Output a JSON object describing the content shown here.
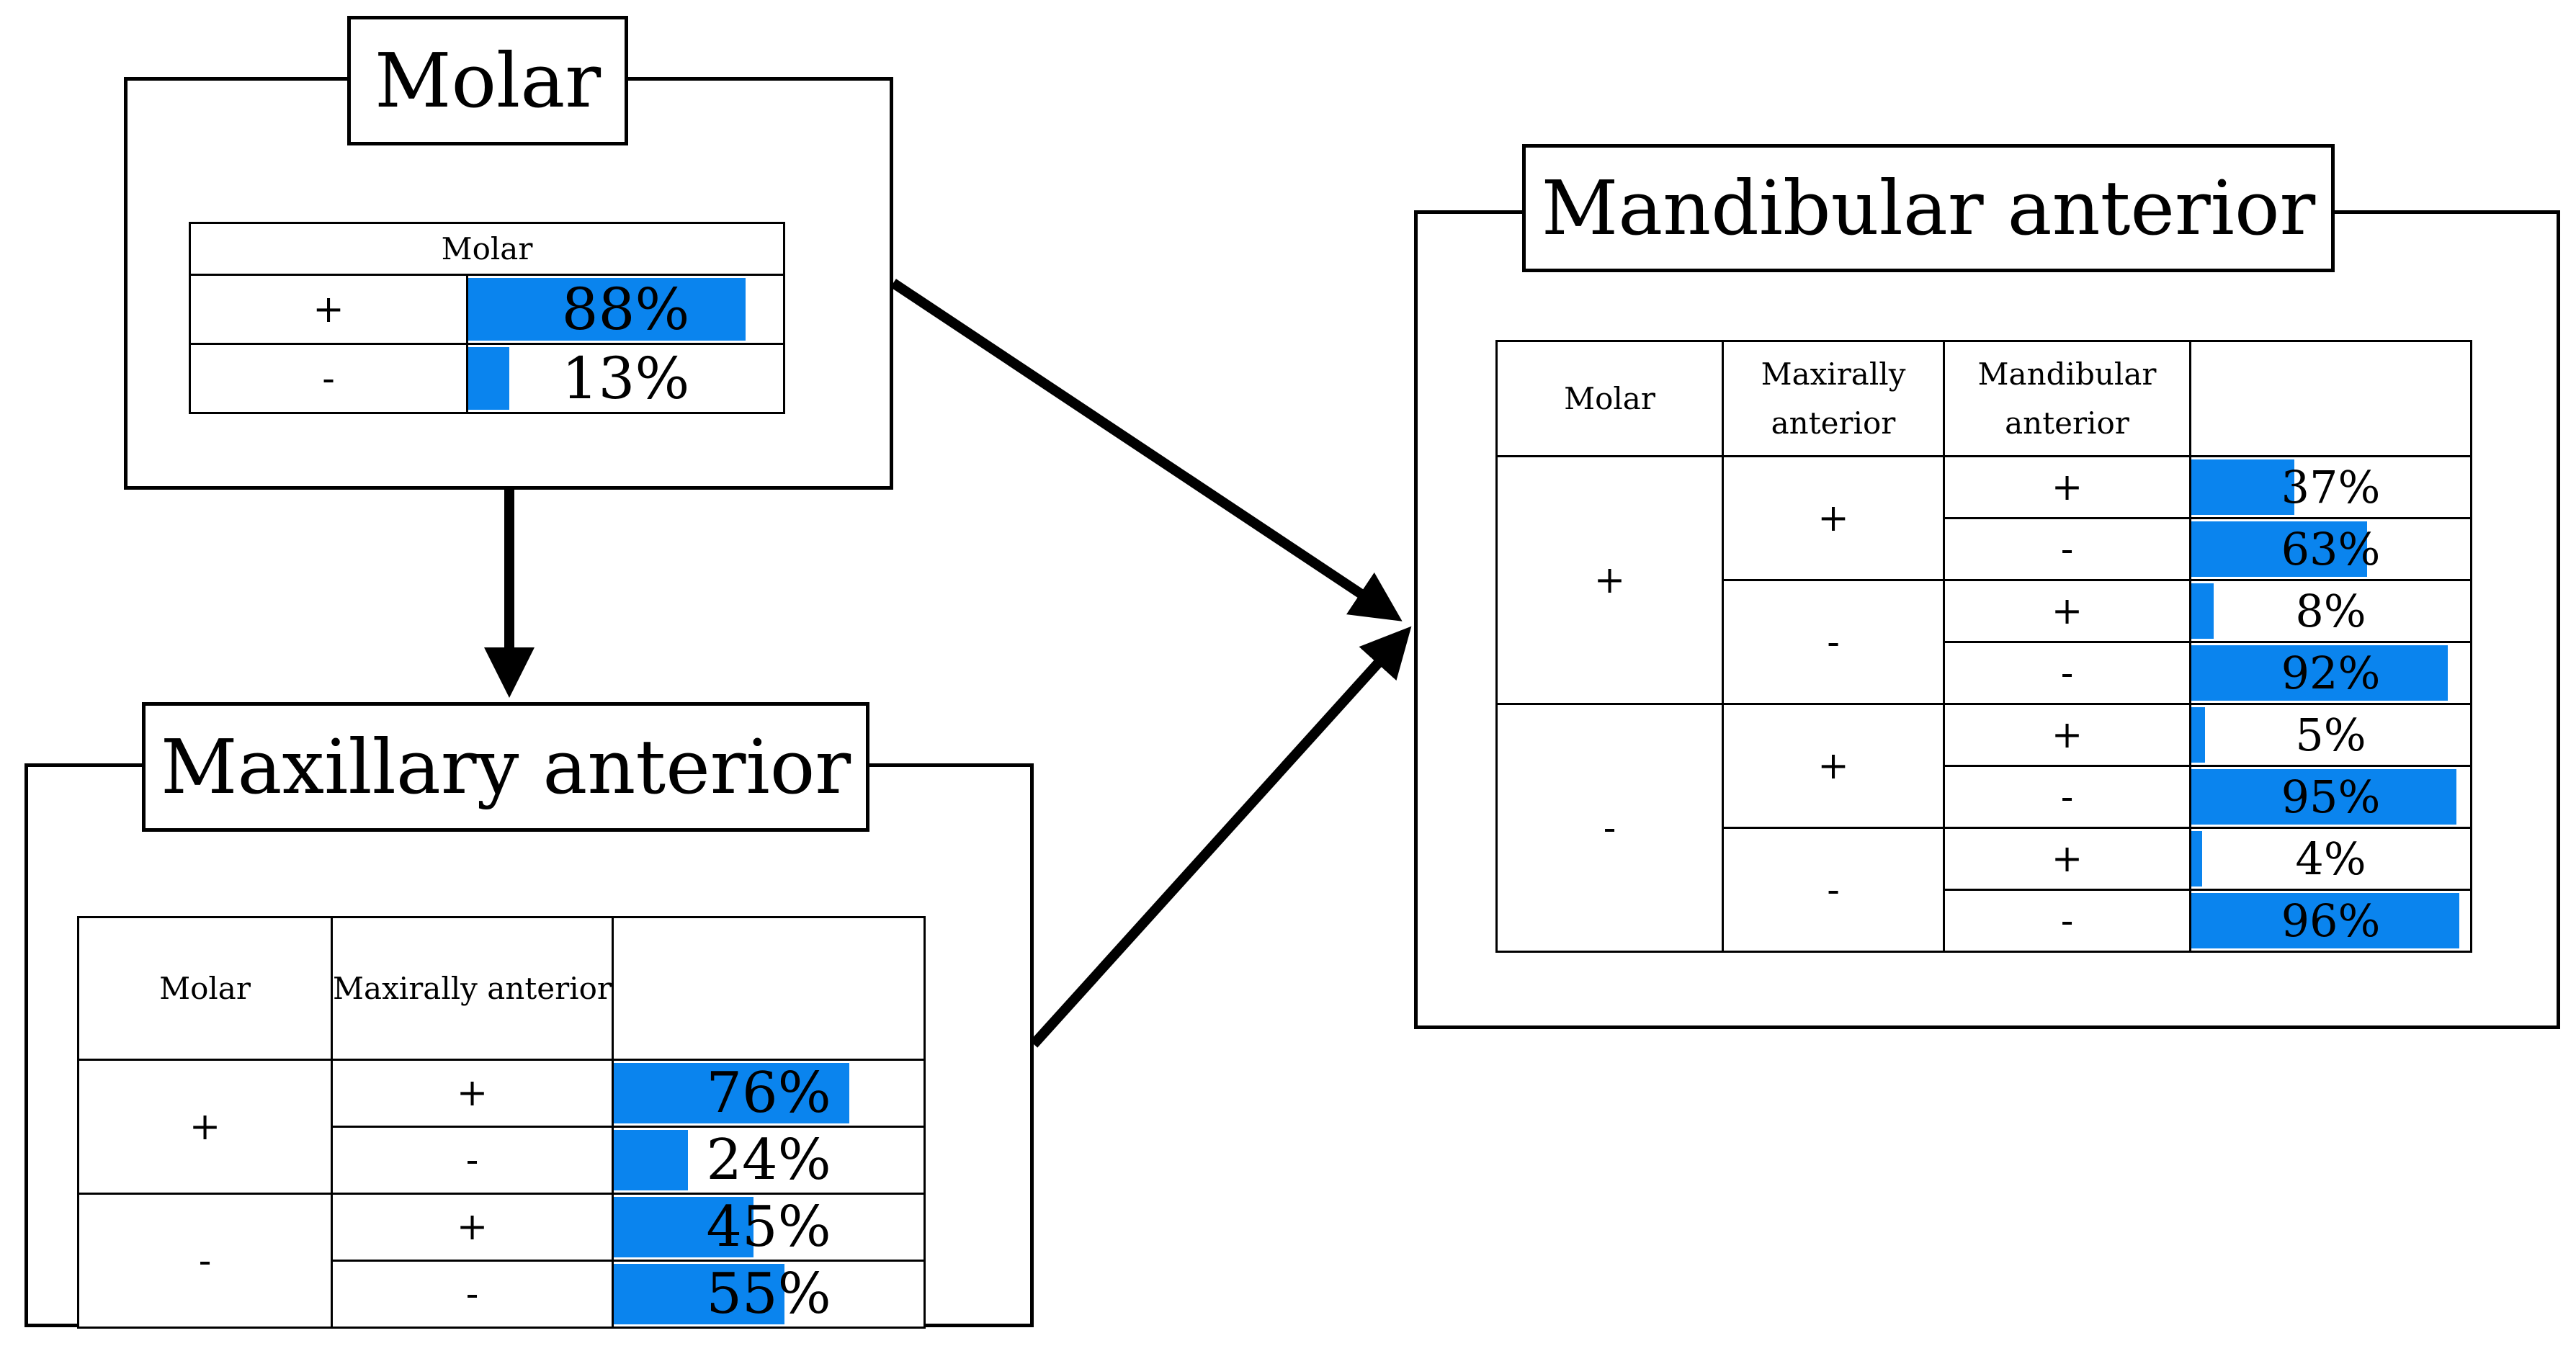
{
  "colors": {
    "bar": "#0a84ee",
    "line": "#000000"
  },
  "molar_panel": {
    "title": "Molar",
    "header": "Molar",
    "rows": [
      {
        "sign": "+",
        "value": 88,
        "label": "88%"
      },
      {
        "sign": "-",
        "value": 13,
        "label": "13%"
      }
    ]
  },
  "maxillary_panel": {
    "title": "Maxillary anterior",
    "header_molar": "Molar",
    "header_maxillary": "Maxirally anterior",
    "groups": [
      {
        "molar": "+",
        "rows": [
          {
            "maxillary": "+",
            "value": 76,
            "label": "76%"
          },
          {
            "maxillary": "-",
            "value": 24,
            "label": "24%"
          }
        ]
      },
      {
        "molar": "-",
        "rows": [
          {
            "maxillary": "+",
            "value": 45,
            "label": "45%"
          },
          {
            "maxillary": "-",
            "value": 55,
            "label": "55%"
          }
        ]
      }
    ]
  },
  "mandibular_panel": {
    "title": "Mandibular anterior",
    "header_molar": "Molar",
    "header_maxillary": "Maxirally anterior",
    "header_mandibular": "Mandibular anterior",
    "groups": [
      {
        "molar": "+",
        "subgroups": [
          {
            "maxillary": "+",
            "rows": [
              {
                "mandibular": "+",
                "value": 37,
                "label": "37%"
              },
              {
                "mandibular": "-",
                "value": 63,
                "label": "63%"
              }
            ]
          },
          {
            "maxillary": "-",
            "rows": [
              {
                "mandibular": "+",
                "value": 8,
                "label": "8%"
              },
              {
                "mandibular": "-",
                "value": 92,
                "label": "92%"
              }
            ]
          }
        ]
      },
      {
        "molar": "-",
        "subgroups": [
          {
            "maxillary": "+",
            "rows": [
              {
                "mandibular": "+",
                "value": 5,
                "label": "5%"
              },
              {
                "mandibular": "-",
                "value": 95,
                "label": "95%"
              }
            ]
          },
          {
            "maxillary": "-",
            "rows": [
              {
                "mandibular": "+",
                "value": 4,
                "label": "4%"
              },
              {
                "mandibular": "-",
                "value": 96,
                "label": "96%"
              }
            ]
          }
        ]
      }
    ]
  }
}
